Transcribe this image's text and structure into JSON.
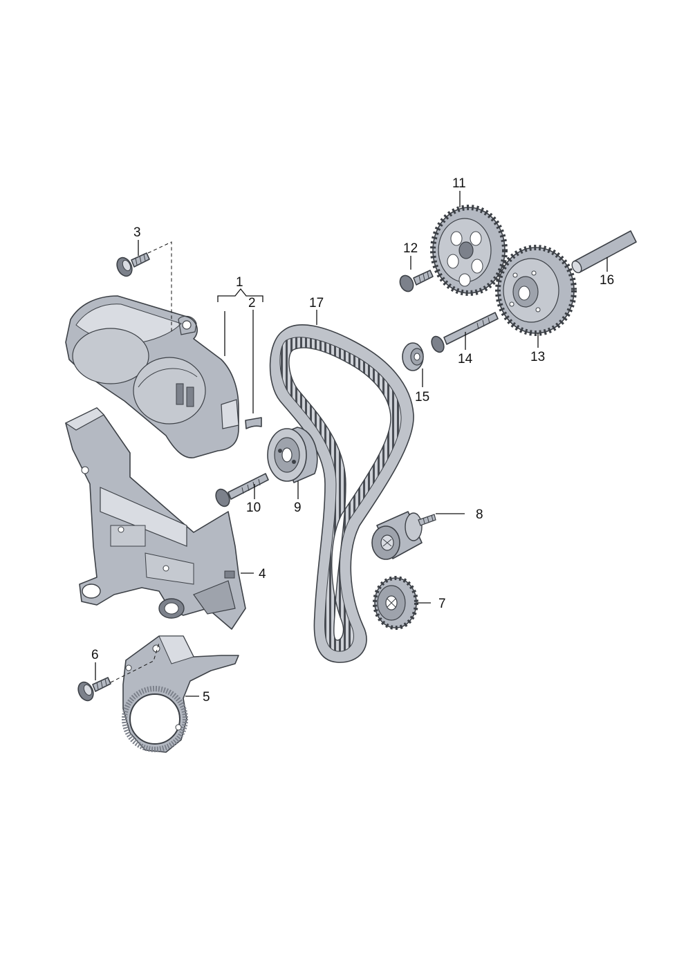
{
  "diagram": {
    "part_colors": {
      "body": "#b4b9c2",
      "dark": "#7c818b",
      "light": "#d9dce2",
      "outline": "#3c4046"
    },
    "callouts": [
      {
        "id": "1",
        "label": "1"
      },
      {
        "id": "2",
        "label": "2"
      },
      {
        "id": "3",
        "label": "3"
      },
      {
        "id": "4",
        "label": "4"
      },
      {
        "id": "5",
        "label": "5"
      },
      {
        "id": "6",
        "label": "6"
      },
      {
        "id": "7",
        "label": "7"
      },
      {
        "id": "8",
        "label": "8"
      },
      {
        "id": "9",
        "label": "9"
      },
      {
        "id": "10",
        "label": "10"
      },
      {
        "id": "11",
        "label": "11"
      },
      {
        "id": "12",
        "label": "12"
      },
      {
        "id": "13",
        "label": "13"
      },
      {
        "id": "14",
        "label": "14"
      },
      {
        "id": "15",
        "label": "15"
      },
      {
        "id": "16",
        "label": "16"
      },
      {
        "id": "17",
        "label": "17"
      }
    ],
    "parts": [
      {
        "callout": "1",
        "name": "upper-timing-cover"
      },
      {
        "callout": "2",
        "name": "clip"
      },
      {
        "callout": "3",
        "name": "cover-bolt"
      },
      {
        "callout": "4",
        "name": "lower-timing-cover"
      },
      {
        "callout": "5",
        "name": "rear-cover-plate"
      },
      {
        "callout": "6",
        "name": "plate-bolt"
      },
      {
        "callout": "7",
        "name": "crankshaft-sprocket"
      },
      {
        "callout": "8",
        "name": "idler-roller"
      },
      {
        "callout": "9",
        "name": "tensioner-pulley"
      },
      {
        "callout": "10",
        "name": "tensioner-bolt"
      },
      {
        "callout": "11",
        "name": "camshaft-sprocket"
      },
      {
        "callout": "12",
        "name": "sprocket-bolt"
      },
      {
        "callout": "13",
        "name": "camshaft-sprocket-second"
      },
      {
        "callout": "14",
        "name": "long-bolt"
      },
      {
        "callout": "15",
        "name": "washer-nut"
      },
      {
        "callout": "16",
        "name": "dowel-pin"
      },
      {
        "callout": "17",
        "name": "timing-belt"
      }
    ]
  }
}
